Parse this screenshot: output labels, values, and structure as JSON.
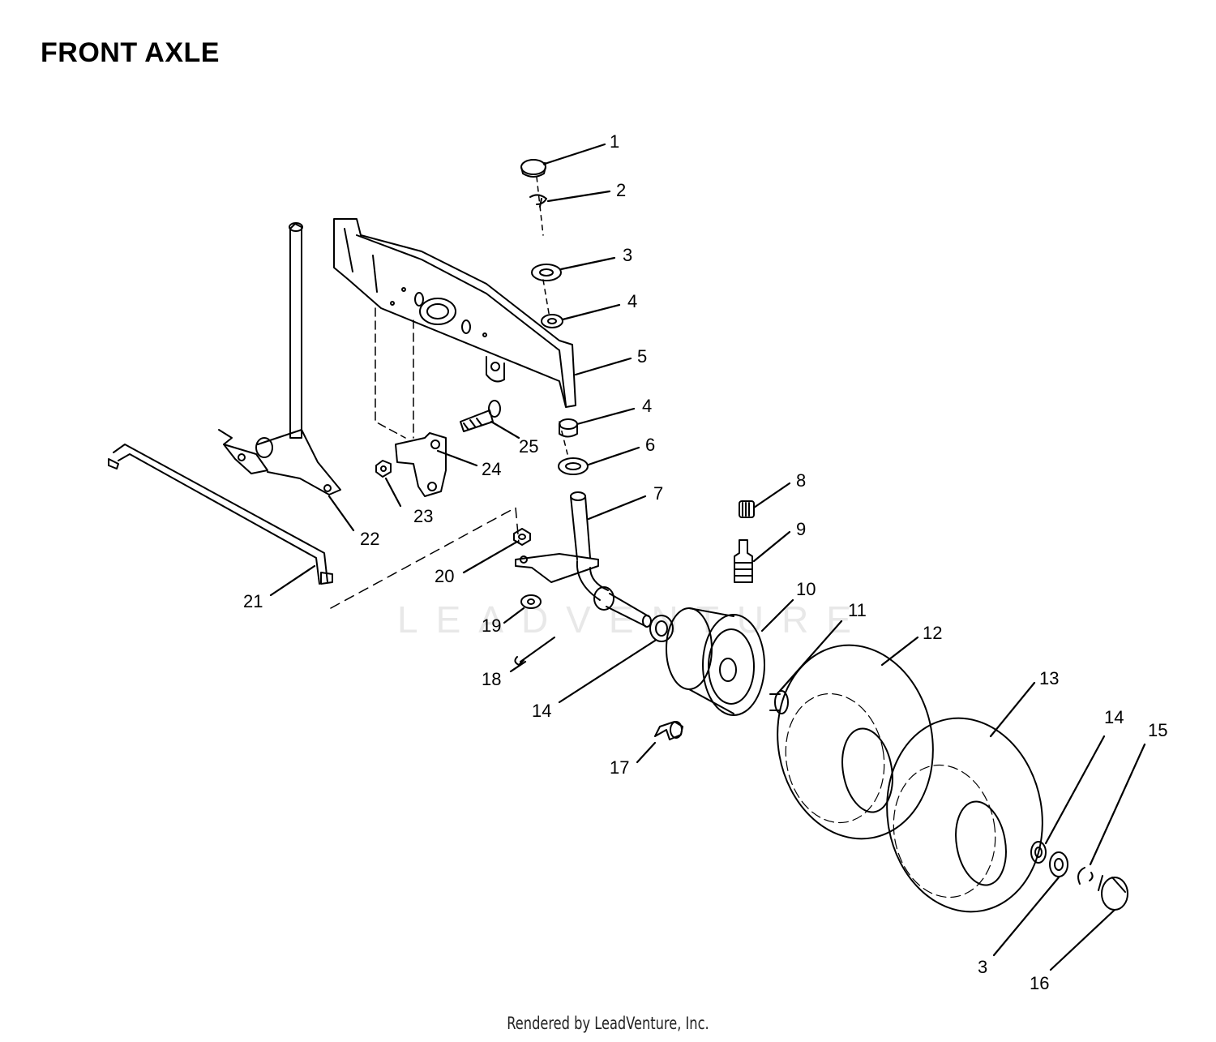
{
  "title": "FRONT AXLE",
  "footer": "Rendered by LeadVenture, Inc.",
  "watermark": "LEADVENTURE",
  "callouts": {
    "c1": "1",
    "c2": "2",
    "c3a": "3",
    "c4a": "4",
    "c5": "5",
    "c4b": "4",
    "c6": "6",
    "c7": "7",
    "c8": "8",
    "c9": "9",
    "c10": "10",
    "c11": "11",
    "c12": "12",
    "c13": "13",
    "c14a": "14",
    "c14b": "14",
    "c15": "15",
    "c3b": "3",
    "c16": "16",
    "c17": "17",
    "c18": "18",
    "c19": "19",
    "c20": "20",
    "c21": "21",
    "c22": "22",
    "c23": "23",
    "c24": "24",
    "c25": "25"
  }
}
